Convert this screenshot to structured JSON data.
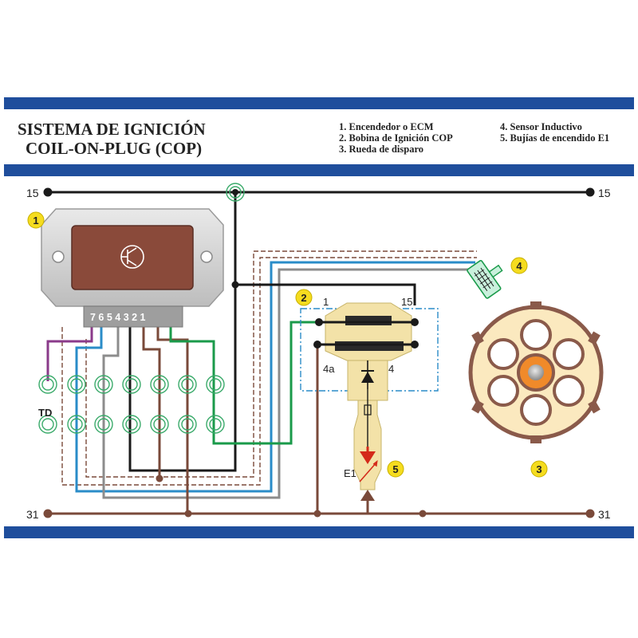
{
  "header": {
    "title_line1": "SISTEMA DE IGNICIÓN",
    "title_line2": "COIL-ON-PLUG (COP)",
    "legend": [
      "1. Encendedor o ECM",
      "2.  Bobina de Ignición COP",
      "3. Rueda de disparo",
      "4. Sensor Inductivo",
      "5. Bujías de encendido E1"
    ]
  },
  "terminals": {
    "t15_left": "15",
    "t15_right": "15",
    "t31_left": "31",
    "t31_right": "31",
    "td": "TD"
  },
  "module": {
    "pins": "7 6 5 4 3 2 1"
  },
  "coil": {
    "pin1": "1",
    "pin15": "15",
    "pin4a": "4a",
    "pin4": "4"
  },
  "plug": {
    "label": "E1"
  },
  "markers": [
    "1",
    "2",
    "3",
    "4",
    "5"
  ],
  "colors": {
    "band": "#1f4e9c",
    "marker": "#f5dc1f",
    "ground_brown": "#7a4a3a",
    "signal_blue": "#2a8cc8",
    "signal_green": "#1a9a4a",
    "signal_purple": "#8a3a8a",
    "grey": "#8c8c8c",
    "module_face": "#8a4a3a",
    "coil_body": "#f3e2a8",
    "wheel_ring": "#8a5a4a",
    "wheel_face": "#fbe9bf",
    "hub_orange": "#f08a2a"
  }
}
